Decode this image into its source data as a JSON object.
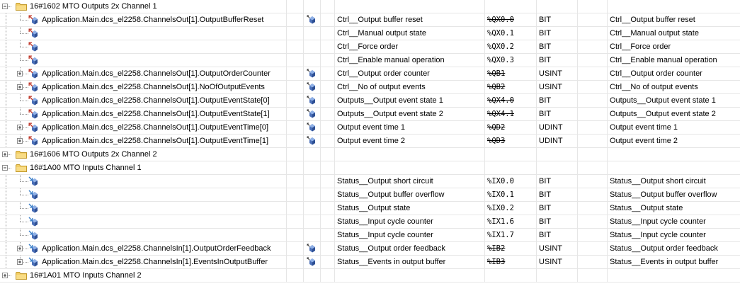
{
  "groups": [
    {
      "label": "16#1602 MTO Outputs 2x Channel 1",
      "expanded": true
    },
    {
      "label": "16#1606 MTO Outputs 2x Channel 2",
      "expanded": false
    },
    {
      "label": "16#1A00 MTO Inputs Channel 1",
      "expanded": true
    },
    {
      "label": "16#1A01 MTO Inputs Channel 2",
      "expanded": false
    }
  ],
  "rows": [
    {
      "kind": "group",
      "group": 0
    },
    {
      "kind": "item",
      "dir": "out",
      "expander": false,
      "variable": "Application.Main.dcs_el2258.ChannelsOut[1].OutputBufferReset",
      "mapped": true,
      "channel": "Ctrl__Output buffer reset",
      "address": "%QX0.0",
      "address_struck": true,
      "type": "BIT",
      "description": "Ctrl__Output buffer reset"
    },
    {
      "kind": "item",
      "dir": "out",
      "expander": false,
      "variable": "",
      "mapped": false,
      "channel": "Ctrl__Manual output state",
      "address": "%QX0.1",
      "address_struck": false,
      "type": "BIT",
      "description": "Ctrl__Manual output state"
    },
    {
      "kind": "item",
      "dir": "out",
      "expander": false,
      "variable": "",
      "mapped": false,
      "channel": "Ctrl__Force order",
      "address": "%QX0.2",
      "address_struck": false,
      "type": "BIT",
      "description": "Ctrl__Force order"
    },
    {
      "kind": "item",
      "dir": "out",
      "expander": false,
      "variable": "",
      "mapped": false,
      "channel": "Ctrl__Enable manual operation",
      "address": "%QX0.3",
      "address_struck": false,
      "type": "BIT",
      "description": "Ctrl__Enable manual operation"
    },
    {
      "kind": "item",
      "dir": "out",
      "expander": true,
      "variable": "Application.Main.dcs_el2258.ChannelsOut[1].OutputOrderCounter",
      "mapped": true,
      "channel": "Ctrl__Output order counter",
      "address": "%QB1",
      "address_struck": true,
      "type": "USINT",
      "description": "Ctrl__Output order counter"
    },
    {
      "kind": "item",
      "dir": "out",
      "expander": true,
      "variable": "Application.Main.dcs_el2258.ChannelsOut[1].NoOfOutputEvents",
      "mapped": true,
      "channel": "Ctrl__No of output events",
      "address": "%QB2",
      "address_struck": true,
      "type": "USINT",
      "description": "Ctrl__No of output events"
    },
    {
      "kind": "item",
      "dir": "out",
      "expander": false,
      "variable": "Application.Main.dcs_el2258.ChannelsOut[1].OutputEventState[0]",
      "mapped": true,
      "channel": "Outputs__Output event state 1",
      "address": "%QX4.0",
      "address_struck": true,
      "type": "BIT",
      "description": "Outputs__Output event state 1"
    },
    {
      "kind": "item",
      "dir": "out",
      "expander": false,
      "variable": "Application.Main.dcs_el2258.ChannelsOut[1].OutputEventState[1]",
      "mapped": true,
      "channel": "Outputs__Output event state 2",
      "address": "%QX4.1",
      "address_struck": true,
      "type": "BIT",
      "description": "Outputs__Output event state 2"
    },
    {
      "kind": "item",
      "dir": "out",
      "expander": true,
      "variable": "Application.Main.dcs_el2258.ChannelsOut[1].OutputEventTime[0]",
      "mapped": true,
      "channel": "Output event time 1",
      "address": "%QD2",
      "address_struck": true,
      "type": "UDINT",
      "description": "Output event time 1"
    },
    {
      "kind": "item",
      "dir": "out",
      "expander": true,
      "variable": "Application.Main.dcs_el2258.ChannelsOut[1].OutputEventTime[1]",
      "mapped": true,
      "channel": "Output event time 2",
      "address": "%QD3",
      "address_struck": true,
      "type": "UDINT",
      "description": "Output event time 2"
    },
    {
      "kind": "group",
      "group": 1
    },
    {
      "kind": "group",
      "group": 2
    },
    {
      "kind": "item",
      "dir": "in",
      "expander": false,
      "variable": "",
      "mapped": false,
      "channel": "Status__Output short circuit",
      "address": "%IX0.0",
      "address_struck": false,
      "type": "BIT",
      "description": "Status__Output short circuit"
    },
    {
      "kind": "item",
      "dir": "in",
      "expander": false,
      "variable": "",
      "mapped": false,
      "channel": "Status__Output buffer overflow",
      "address": "%IX0.1",
      "address_struck": false,
      "type": "BIT",
      "description": "Status__Output buffer overflow"
    },
    {
      "kind": "item",
      "dir": "in",
      "expander": false,
      "variable": "",
      "mapped": false,
      "channel": "Status__Output state",
      "address": "%IX0.2",
      "address_struck": false,
      "type": "BIT",
      "description": "Status__Output state"
    },
    {
      "kind": "item",
      "dir": "in",
      "expander": false,
      "variable": "",
      "mapped": false,
      "channel": "Status__Input cycle counter",
      "address": "%IX1.6",
      "address_struck": false,
      "type": "BIT",
      "description": "Status__Input cycle counter"
    },
    {
      "kind": "item",
      "dir": "in",
      "expander": false,
      "variable": "",
      "mapped": false,
      "channel": "Status__Input cycle counter",
      "address": "%IX1.7",
      "address_struck": false,
      "type": "BIT",
      "description": "Status__Input cycle counter"
    },
    {
      "kind": "item",
      "dir": "in",
      "expander": true,
      "variable": "Application.Main.dcs_el2258.ChannelsIn[1].OutputOrderFeedback",
      "mapped": true,
      "channel": "Status__Output order feedback",
      "address": "%IB2",
      "address_struck": true,
      "type": "USINT",
      "description": "Status__Output order feedback"
    },
    {
      "kind": "item",
      "dir": "in",
      "expander": true,
      "variable": "Application.Main.dcs_el2258.ChannelsIn[1].EventsInOutputBuffer",
      "mapped": true,
      "channel": "Status__Events in output buffer",
      "address": "%IB3",
      "address_struck": true,
      "type": "USINT",
      "description": "Status__Events in output buffer"
    },
    {
      "kind": "group",
      "group": 3
    }
  ],
  "icons": {
    "folder": "folder-icon",
    "output_var": "output-variable-icon",
    "input_var": "input-variable-icon",
    "mapping": "mapping-icon",
    "expand": "expand-plus-icon",
    "collapse": "collapse-minus-icon"
  },
  "colors": {
    "folder_fill": "#f3cf67",
    "folder_edge": "#c39a2c",
    "icon_blue": "#4a6fb8",
    "arrow_out": "#c0392b",
    "arrow_in": "#3a7fc8",
    "grid": "#e6e6e6"
  }
}
